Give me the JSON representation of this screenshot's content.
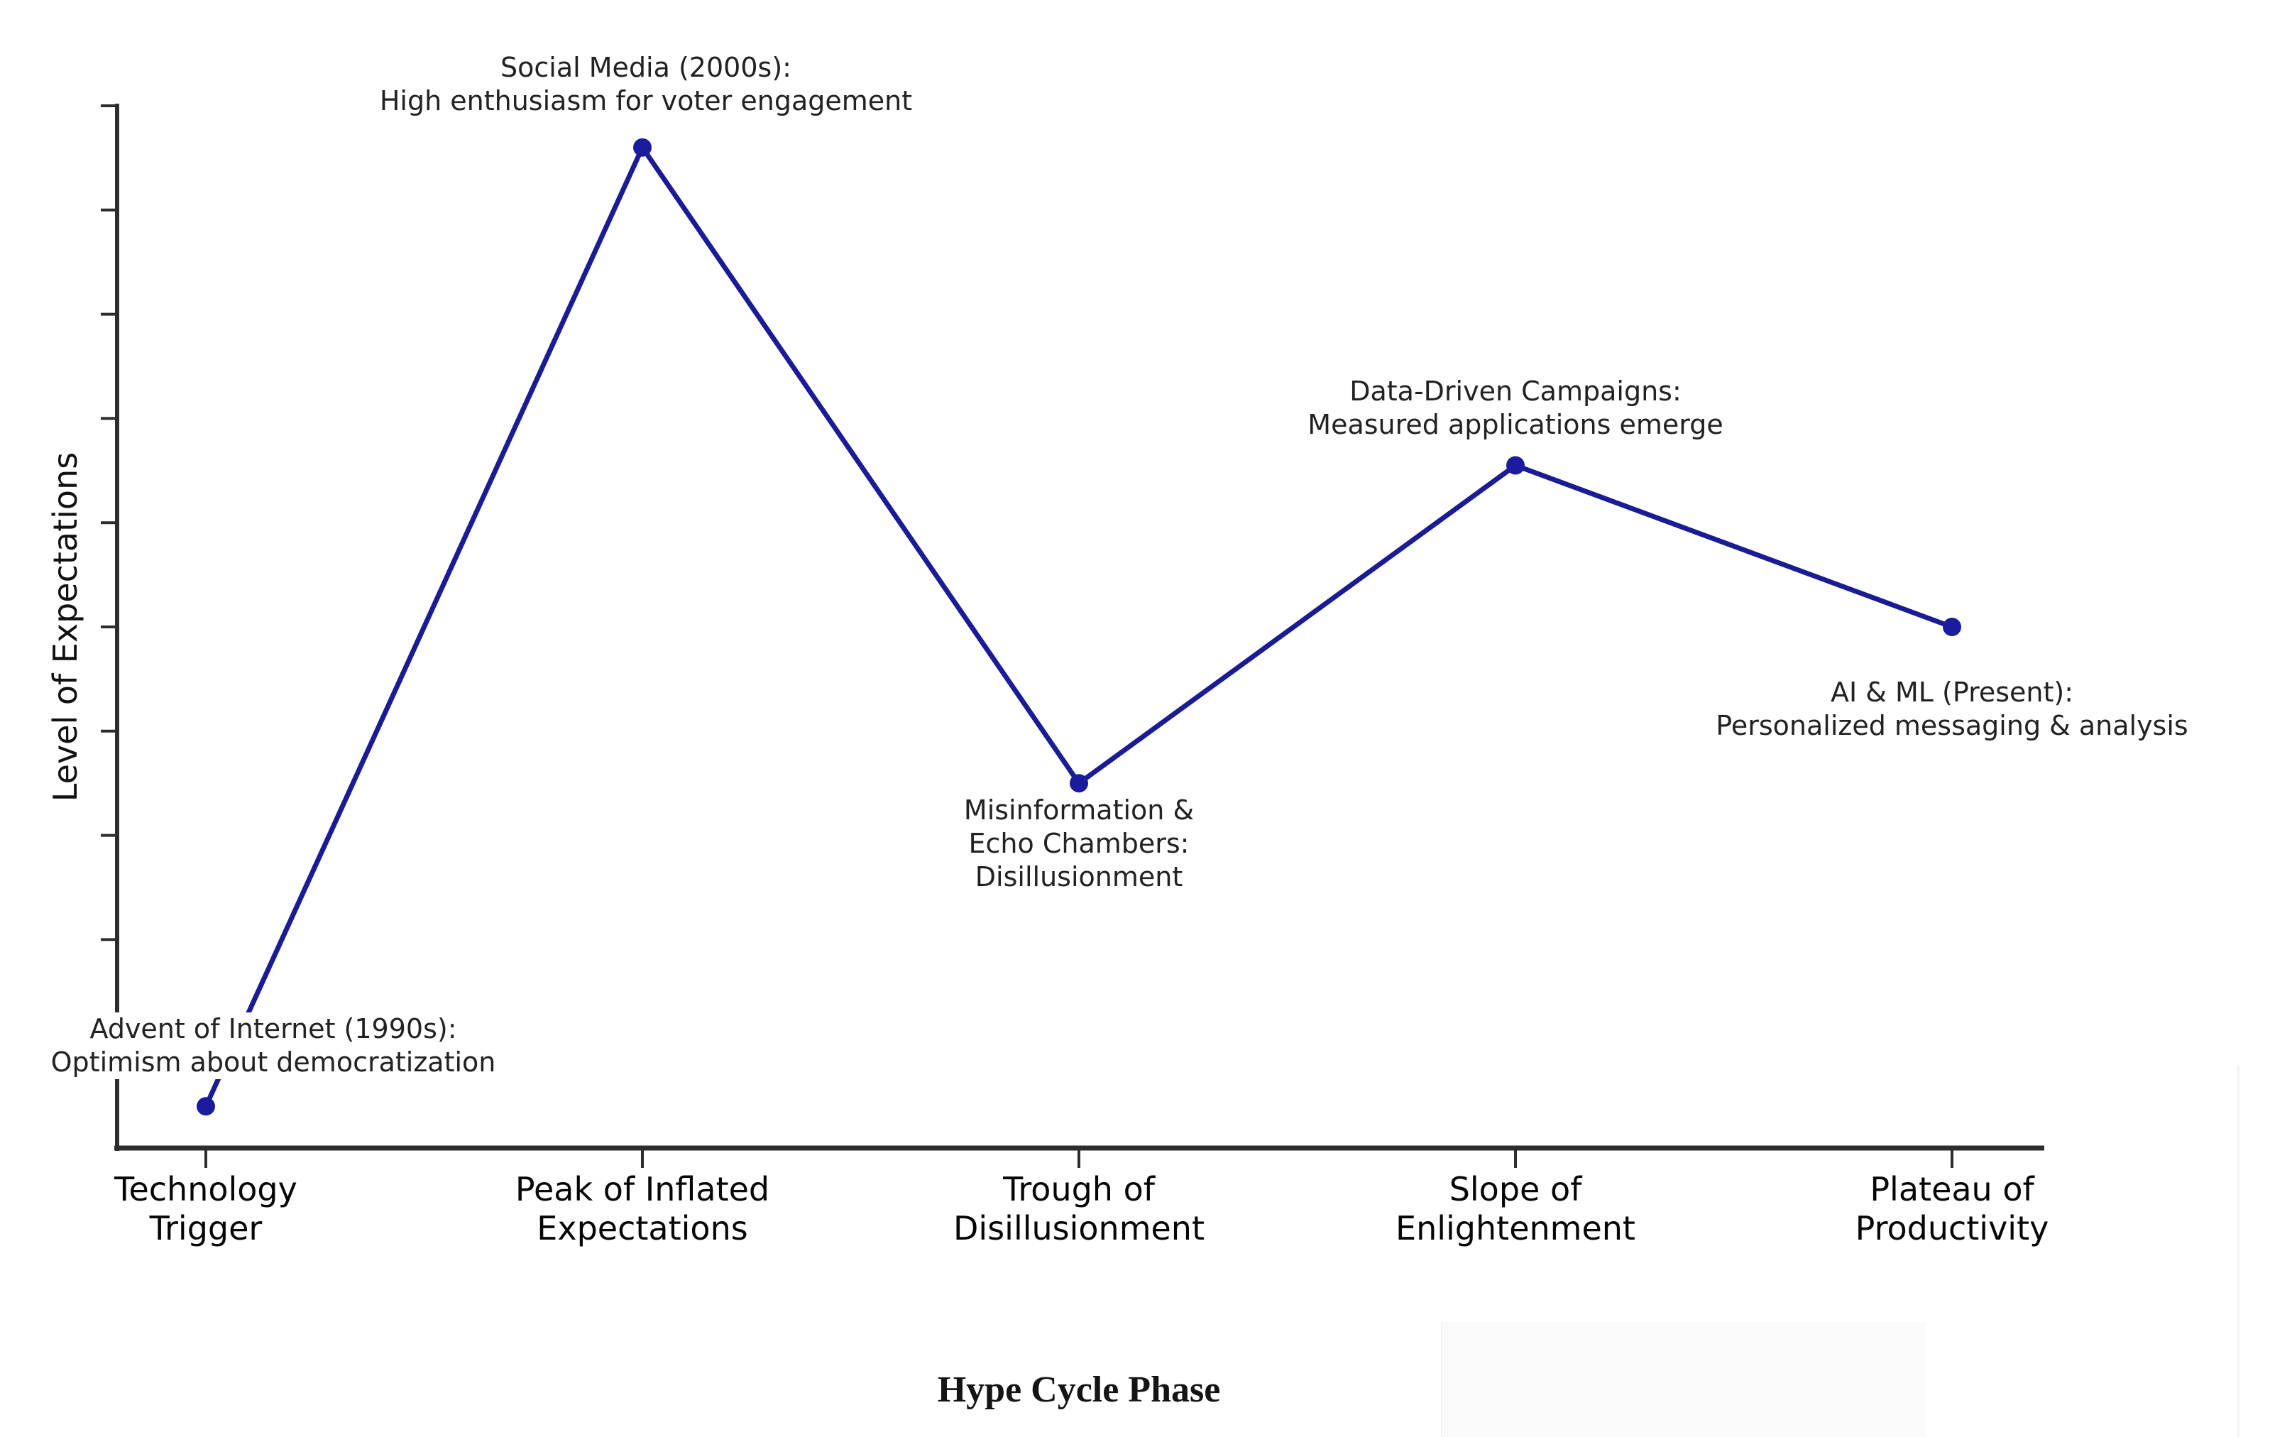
{
  "chart_data": {
    "type": "line",
    "xlabel": "Hype Cycle Phase",
    "ylabel": "Level of Expectations",
    "ylim": [
      0,
      100
    ],
    "grid": false,
    "legend_position": "none",
    "categories": [
      [
        "Technology",
        "Trigger"
      ],
      [
        "Peak of Inflated",
        "Expectations"
      ],
      [
        "Trough of",
        "Disillusionment"
      ],
      [
        "Slope of",
        "Enlightenment"
      ],
      [
        "Plateau of",
        "Productivity"
      ]
    ],
    "series": [
      {
        "name": "Level of Expectations",
        "values": [
          4,
          96,
          35,
          65.5,
          50
        ]
      }
    ],
    "annotations": [
      {
        "phase": "Technology Trigger",
        "value": 4,
        "lines": [
          "Advent of Internet (1990s):",
          "Optimism about democratization"
        ]
      },
      {
        "phase": "Peak of Inflated Expectations",
        "value": 96,
        "lines": [
          "Social Media (2000s):",
          "High enthusiasm for voter engagement"
        ]
      },
      {
        "phase": "Trough of Disillusionment",
        "value": 35,
        "lines": [
          "Misinformation &",
          "Echo Chambers:",
          "Disillusionment"
        ]
      },
      {
        "phase": "Slope of Enlightenment",
        "value": 65.5,
        "lines": [
          "Data-Driven Campaigns:",
          "Measured applications emerge"
        ]
      },
      {
        "phase": "Plateau of Productivity",
        "value": 50,
        "lines": [
          "AI & ML (Present):",
          "Personalized messaging & analysis"
        ]
      }
    ],
    "colors": {
      "line": "#1b1b96",
      "marker": "#1b1b9e",
      "axis": "#2d2d2d",
      "text": "#1f1f1f"
    }
  }
}
